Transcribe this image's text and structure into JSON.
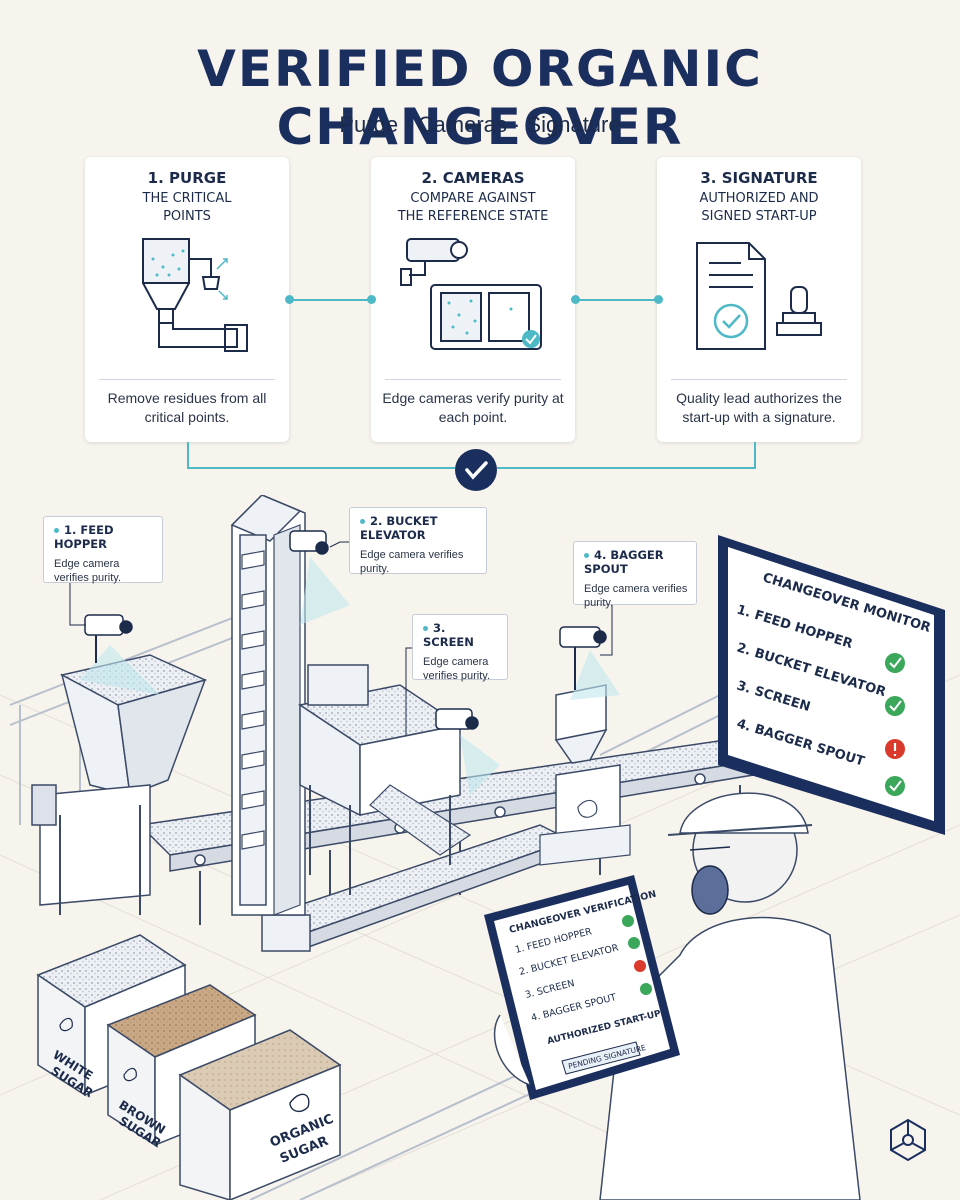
{
  "header": {
    "title": "VERIFIED ORGANIC CHANGEOVER",
    "subtitle": "Purge · Cameras · Signature"
  },
  "steps": [
    {
      "number_title": "1. PURGE",
      "line2": "THE CRITICAL",
      "line3": "POINTS",
      "description": "Remove residues from all critical points.",
      "icon": "hopper-purge-icon"
    },
    {
      "number_title": "2. CAMERAS",
      "line2": "COMPARE AGAINST",
      "line3": "THE REFERENCE STATE",
      "description": "Edge cameras verify purity at each point.",
      "icon": "camera-compare-icon"
    },
    {
      "number_title": "3. SIGNATURE",
      "line2": "AUTHORIZED AND",
      "line3": "SIGNED START-UP",
      "description": "Quality lead authorizes the start-up with a signature.",
      "icon": "signed-document-stamp-icon"
    }
  ],
  "callouts": [
    {
      "title": "1. FEED HOPPER",
      "text": "Edge camera verifies purity."
    },
    {
      "title": "2. BUCKET ELEVATOR",
      "text": "Edge camera verifies purity."
    },
    {
      "title": "3. SCREEN",
      "text": "Edge camera verifies purity."
    },
    {
      "title": "4. BAGGER SPOUT",
      "text": "Edge camera verifies purity."
    }
  ],
  "monitor": {
    "title": "CHANGEOVER MONITOR",
    "items": [
      {
        "label": "1.  FEED HOPPER",
        "status": "ok"
      },
      {
        "label": "2.  BUCKET ELEVATOR",
        "status": "ok"
      },
      {
        "label": "3.  SCREEN",
        "status": "ok"
      },
      {
        "label": "4.  BAGGER SPOUT",
        "status": "alert"
      }
    ],
    "extra_status": "ok"
  },
  "tablet": {
    "title": "CHANGEOVER VERIFICATION",
    "items": [
      {
        "label": "1.  FEED HOPPER",
        "status": "ok"
      },
      {
        "label": "2.  BUCKET ELEVATOR",
        "status": "ok"
      },
      {
        "label": "3.  SCREEN",
        "status": "alert"
      },
      {
        "label": "4.  BAGGER SPOUT",
        "status": "ok"
      }
    ],
    "authorized": "AUTHORIZED START-UP",
    "pending": "PENDING SIGNATURE"
  },
  "boxes": [
    {
      "line1": "WHITE",
      "line2": "SUGAR"
    },
    {
      "line1": "BROWN",
      "line2": "SUGAR"
    },
    {
      "line1": "ORGANIC",
      "line2": "SUGAR"
    }
  ],
  "colors": {
    "background": "#f7f4ee",
    "navy": "#1b2f5e",
    "teal_accent": "#4db9c6",
    "ok_green": "#3aa75a",
    "alert_red": "#d93a2b"
  }
}
